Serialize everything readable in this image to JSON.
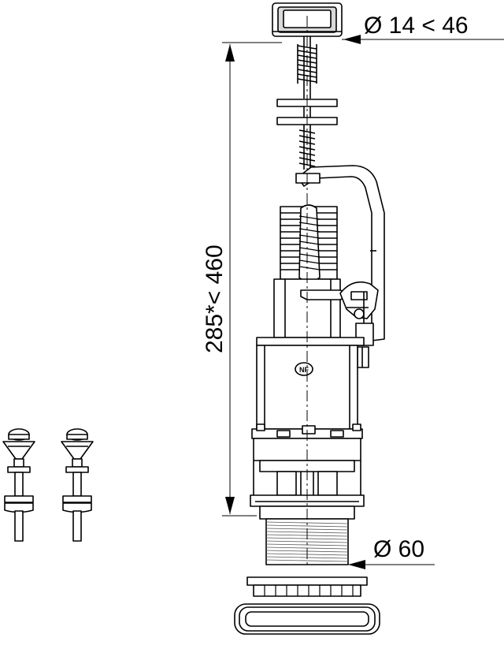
{
  "dimensions": {
    "top_diameter": "Ø 14 < 46",
    "height_range": "285*< 460",
    "base_diameter": "Ø 60"
  },
  "marks": {
    "certification": "NF"
  },
  "colors": {
    "line": "#000000",
    "fill": "#ffffff",
    "shade": "#d9d9d9",
    "dark": "#8c8c8c"
  }
}
